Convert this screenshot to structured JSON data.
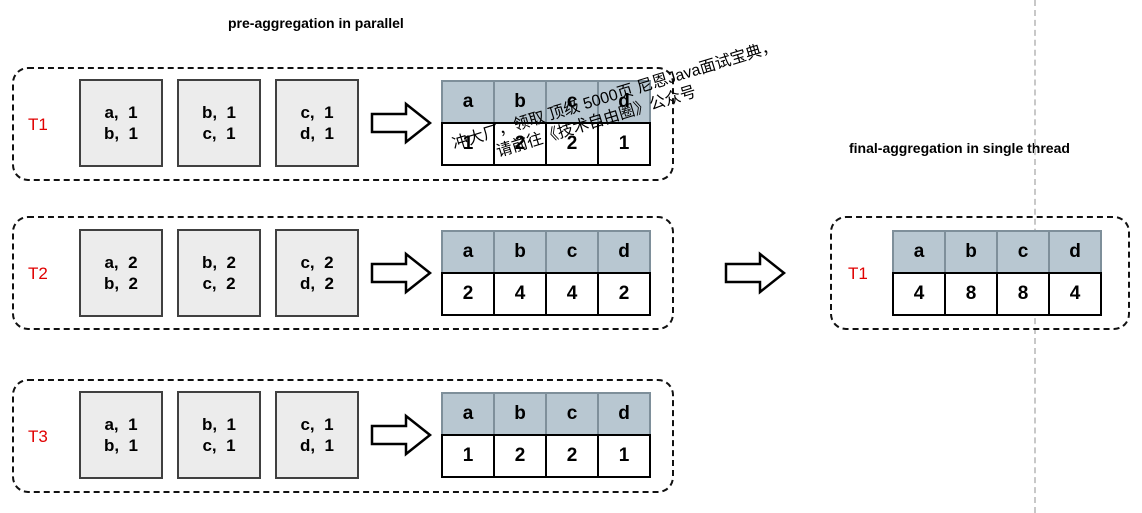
{
  "titles": {
    "parallel": "pre-aggregation in parallel",
    "final": "final-aggregation in single thread"
  },
  "threads": [
    {
      "label": "T1",
      "boxes": [
        {
          "line1": "a,  1",
          "line2": "b,  1"
        },
        {
          "line1": "b,  1",
          "line2": "c,  1"
        },
        {
          "line1": "c,  1",
          "line2": "d,  1"
        }
      ],
      "table": {
        "keys": [
          "a",
          "b",
          "c",
          "d"
        ],
        "values": [
          "1",
          "2",
          "2",
          "1"
        ]
      }
    },
    {
      "label": "T2",
      "boxes": [
        {
          "line1": "a,  2",
          "line2": "b,  2"
        },
        {
          "line1": "b,  2",
          "line2": "c,  2"
        },
        {
          "line1": "c,  2",
          "line2": "d,  2"
        }
      ],
      "table": {
        "keys": [
          "a",
          "b",
          "c",
          "d"
        ],
        "values": [
          "2",
          "4",
          "4",
          "2"
        ]
      }
    },
    {
      "label": "T3",
      "boxes": [
        {
          "line1": "a,  1",
          "line2": "b,  1"
        },
        {
          "line1": "b,  1",
          "line2": "c,  1"
        },
        {
          "line1": "c,  1",
          "line2": "d,  1"
        }
      ],
      "table": {
        "keys": [
          "a",
          "b",
          "c",
          "d"
        ],
        "values": [
          "1",
          "2",
          "2",
          "1"
        ]
      }
    }
  ],
  "final": {
    "label": "T1",
    "table": {
      "keys": [
        "a",
        "b",
        "c",
        "d"
      ],
      "values": [
        "4",
        "8",
        "8",
        "4"
      ]
    }
  },
  "watermark": {
    "line1": "冲大厂，领取 顶级 5000页 尼恩Java面试宝典，",
    "line2": "请前往《技术自由圈》公众号"
  }
}
